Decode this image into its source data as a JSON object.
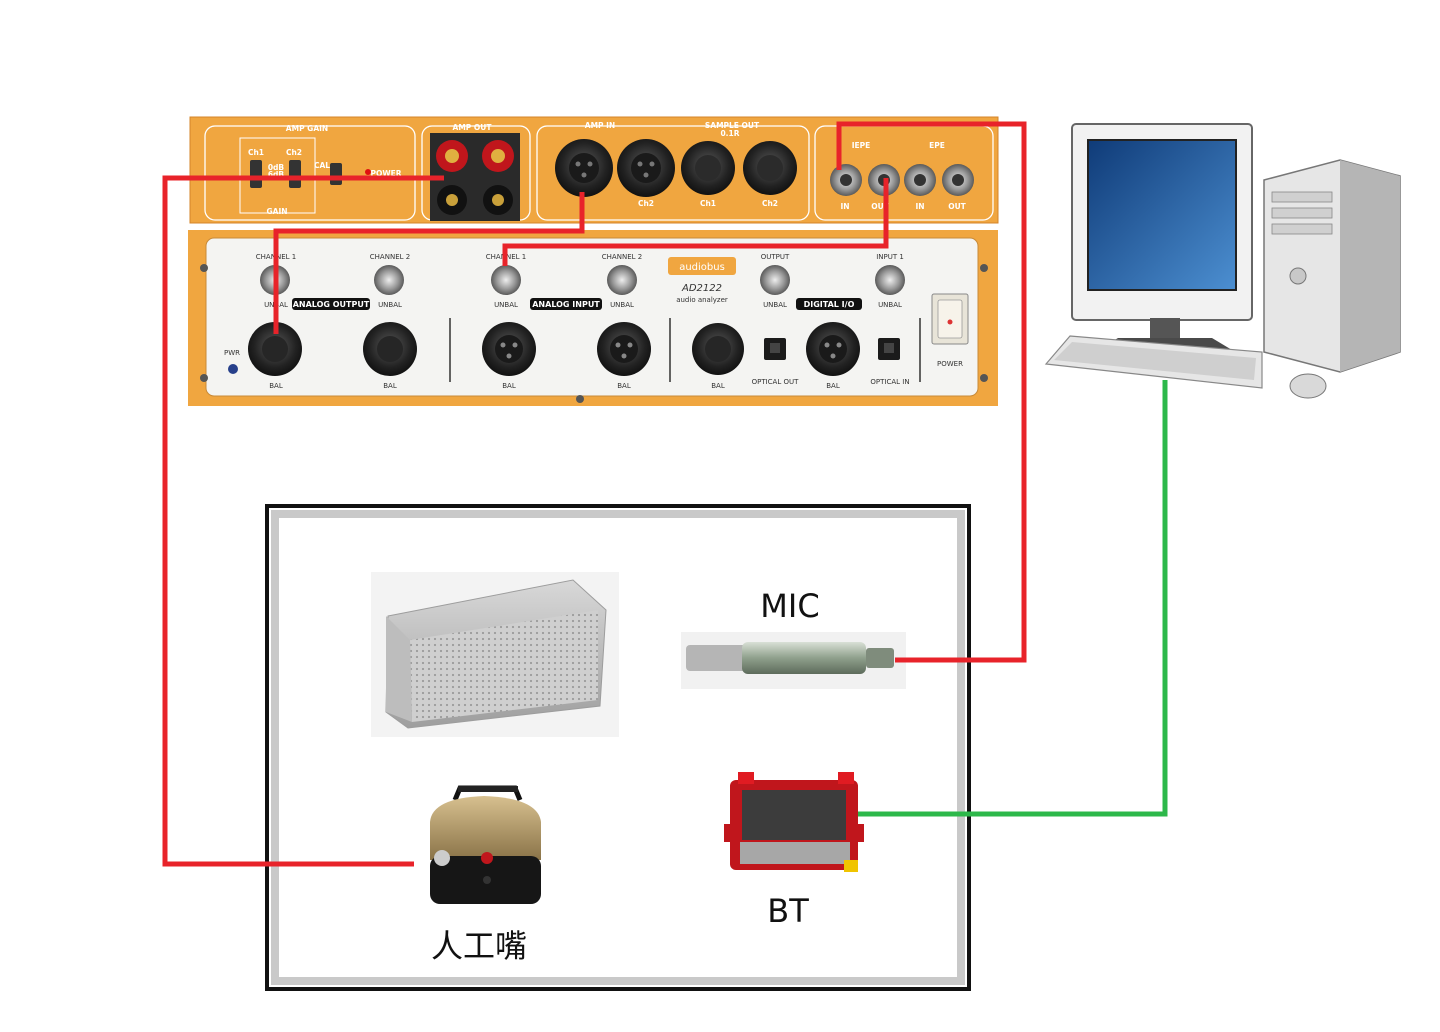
{
  "amp_panel": {
    "amp_gain": "AMP GAIN",
    "gain": "GAIN",
    "amp_out": "AMP OUT",
    "amp_in": "AMP IN",
    "sample_out": "SAMPLE OUT",
    "sample_ratio": "0.1R",
    "iepe_1": "IEPE",
    "iepe_2": "EPE",
    "ch1": "Ch1",
    "ch2": "Ch2",
    "cal": "CAL",
    "power": "POWER",
    "in": "IN",
    "out": "OUT",
    "db1": "0dB",
    "db2": "6dB"
  },
  "analyzer_panel": {
    "brand": "audiobus",
    "model": "AD2122",
    "subtitle": "audio analyzer",
    "channel_1": "CHANNEL 1",
    "channel_2": "CHANNEL 2",
    "unbal": "UNBAL",
    "bal": "BAL",
    "analog_output": "ANALOG OUTPUT",
    "analog_input": "ANALOG INPUT",
    "digital_io": "DIGITAL I/O",
    "output": "OUTPUT",
    "input_1": "INPUT 1",
    "optical_out": "OPTICAL OUT",
    "optical_in": "OPTICAL IN",
    "pwr": "PWR",
    "power": "POWER"
  },
  "labels": {
    "mic": "MIC",
    "bt": "BT",
    "artificial_mouth": "人工嘴"
  },
  "colors": {
    "panel_orange": "#f0a640",
    "analyzer_face": "#f4f4f2",
    "red_wire": "#e8232a",
    "green_wire": "#2db84a",
    "box_border": "#111111"
  }
}
